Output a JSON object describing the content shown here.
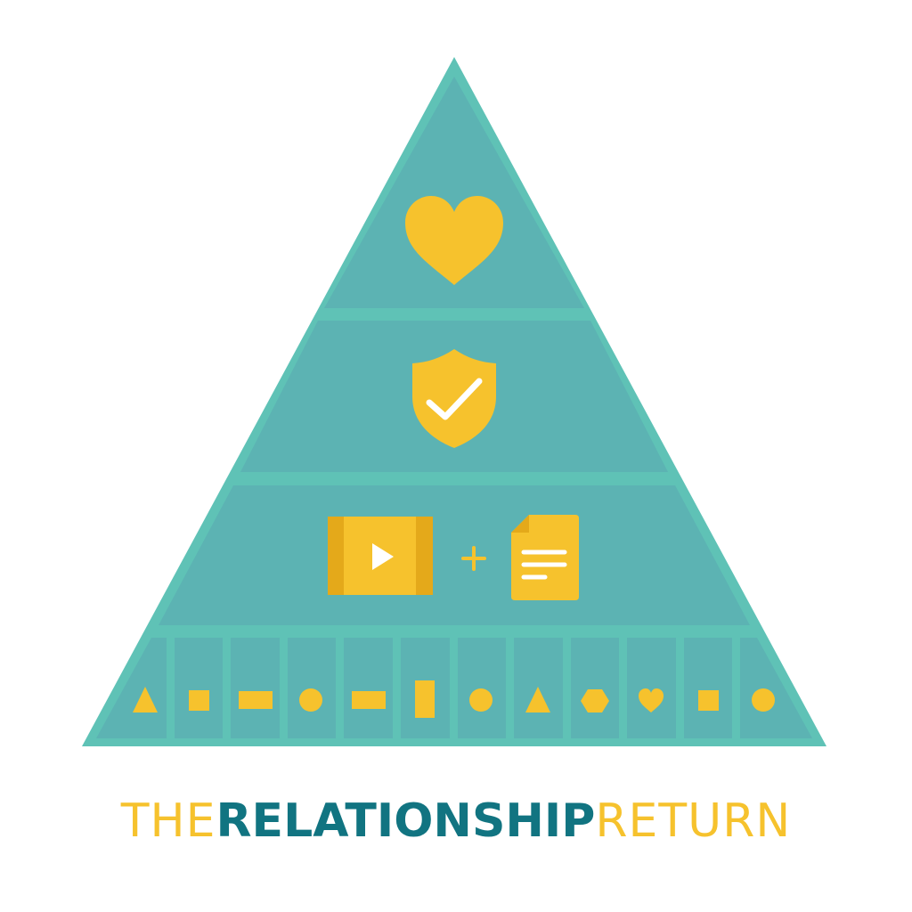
{
  "colors": {
    "background": "#ffffff",
    "triangle_outline": "#5fc2b6",
    "tier_fill": "#5cb3b3",
    "divider": "#5fc2b6",
    "icon_yellow": "#f6c22d",
    "icon_yellow_dark": "#e4a91a",
    "icon_white": "#ffffff",
    "title_yellow": "#f6c22d",
    "title_teal": "#117481"
  },
  "pyramid": {
    "tiers": [
      {
        "icon": "heart-icon"
      },
      {
        "icon": "shield-check-icon"
      },
      {
        "icons": [
          "video-play-icon",
          "plus-sign",
          "document-icon"
        ],
        "connector": "+"
      },
      {
        "cells": 12
      }
    ],
    "base_shapes": [
      "triangle-icon",
      "small-square-icon",
      "wide-bar-icon",
      "circle-icon",
      "wide-bar-icon",
      "tall-bar-icon",
      "circle-icon",
      "triangle-icon",
      "hexagon-icon",
      "heart-icon",
      "small-square-icon",
      "circle-icon"
    ]
  },
  "title": {
    "part1": "THE",
    "part2": "RELATIONSHIP",
    "part3": "RETURN"
  }
}
